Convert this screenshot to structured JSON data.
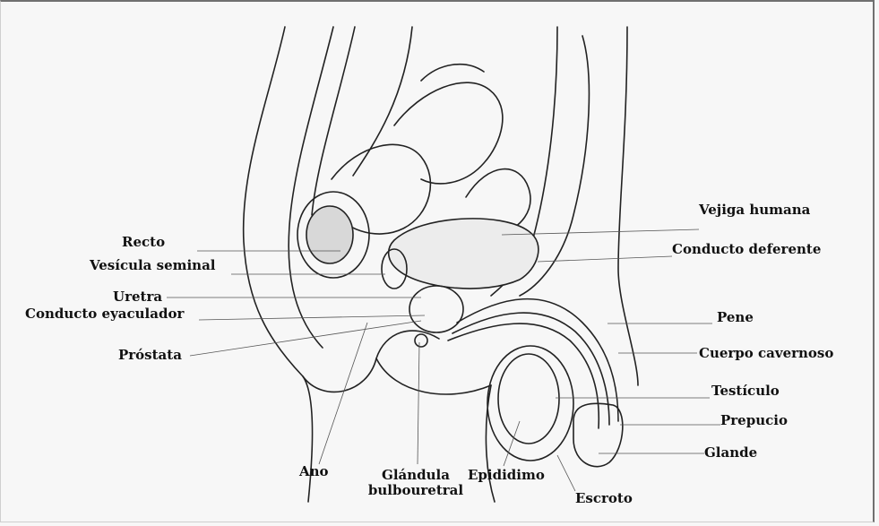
{
  "labels": {
    "vejiga_humana": "Vejiga humana",
    "conducto_deferente": "Conducto deferente",
    "pene": "Pene",
    "cuerpo_cavernoso": "Cuerpo cavernoso",
    "testiculo": "Testículo",
    "prepucio": "Prepucio",
    "glande": "Glande",
    "recto": "Recto",
    "vesicula_seminal": "Vesícula seminal",
    "uretra": "Uretra",
    "conducto_eyaculador": "Conducto eyaculador",
    "prostata": "Próstata",
    "ano": "Ano",
    "glandula_line1": "Glándula",
    "glandula_line2": "bulbouretral",
    "epididimo": "Epididimo",
    "escroto": "Escroto"
  }
}
